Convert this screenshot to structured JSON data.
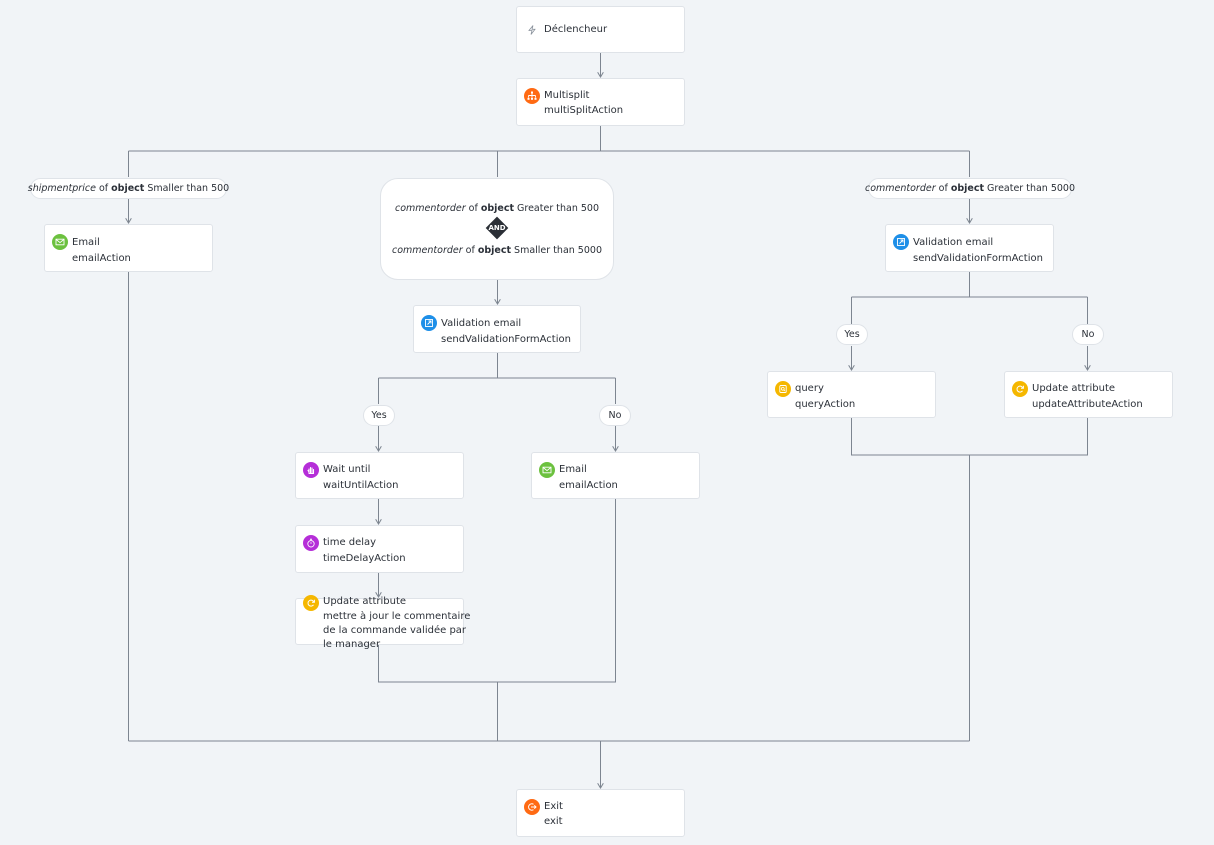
{
  "colors": {
    "orange": "#ff6a13",
    "green": "#6cc13f",
    "blue": "#1e8fe8",
    "purple": "#b52ed8",
    "yellow": "#f5b700",
    "line": "#7d8590",
    "canvas": "#f1f4f7"
  },
  "trigger": {
    "label": "Déclencheur",
    "icon": "lightning-icon"
  },
  "multisplit": {
    "title": "Multisplit",
    "subtitle": "multiSplitAction",
    "icon": "sitemap-icon"
  },
  "branches": {
    "left": {
      "condition": {
        "field": "shipmentprice",
        "of": "of",
        "object": "object",
        "rest": "Smaller than 500"
      },
      "action": {
        "title": "Email",
        "subtitle": "emailAction",
        "icon": "envelope-icon"
      }
    },
    "middle": {
      "condition1": {
        "field": "commentorder",
        "of": "of",
        "object": "object",
        "rest": "Greater than 500"
      },
      "operator": "AND",
      "condition2": {
        "field": "commentorder",
        "of": "of",
        "object": "object",
        "rest": "Smaller than 5000"
      },
      "validation": {
        "title": "Validation email",
        "subtitle": "sendValidationFormAction",
        "icon": "external-link-icon"
      },
      "yes_label": "Yes",
      "no_label": "No",
      "yes_steps": [
        {
          "title": "Wait until",
          "subtitle": "waitUntilAction",
          "icon": "hand-icon"
        },
        {
          "title": "time delay",
          "subtitle": "timeDelayAction",
          "icon": "stopwatch-icon"
        },
        {
          "title": "Update attribute",
          "subtitle": "mettre à jour le commentaire de la commande validée par le manager",
          "icon": "refresh-icon"
        }
      ],
      "no_step": {
        "title": "Email",
        "subtitle": "emailAction",
        "icon": "envelope-icon"
      }
    },
    "right": {
      "condition": {
        "field": "commentorder",
        "of": "of",
        "object": "object",
        "rest": "Greater than 5000"
      },
      "validation": {
        "title": "Validation email",
        "subtitle": "sendValidationFormAction",
        "icon": "external-link-icon"
      },
      "yes_label": "Yes",
      "no_label": "No",
      "yes_step": {
        "title": "query",
        "subtitle": "queryAction",
        "icon": "query-icon"
      },
      "no_step": {
        "title": "Update attribute",
        "subtitle": "updateAttributeAction",
        "icon": "refresh-icon"
      }
    }
  },
  "exit": {
    "title": "Exit",
    "subtitle": "exit",
    "icon": "exit-icon"
  }
}
